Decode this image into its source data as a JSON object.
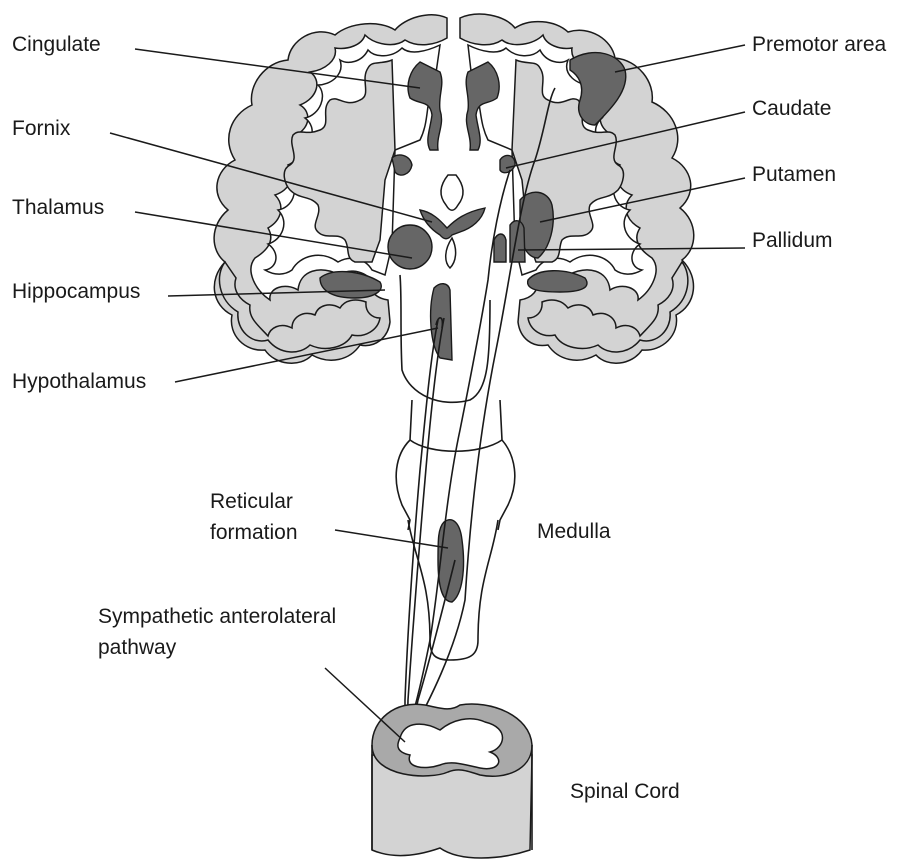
{
  "labels": {
    "cingulate": "Cingulate",
    "fornix": "Fornix",
    "thalamus": "Thalamus",
    "hippocampus": "Hippocampus",
    "hypothalamus": "Hypothalamus",
    "reticular_line1": "Reticular",
    "reticular_line2": "formation",
    "sympathetic_line1": "Sympathetic anterolateral",
    "sympathetic_line2": "pathway",
    "premotor": "Premotor area",
    "caudate": "Caudate",
    "putamen": "Putamen",
    "pallidum": "Pallidum",
    "medulla": "Medulla",
    "spinal_cord": "Spinal Cord"
  },
  "colors": {
    "cortex_fill": "#d3d3d3",
    "nucleus_fill": "#666666",
    "outline": "#1a1a1a",
    "background": "#ffffff"
  }
}
